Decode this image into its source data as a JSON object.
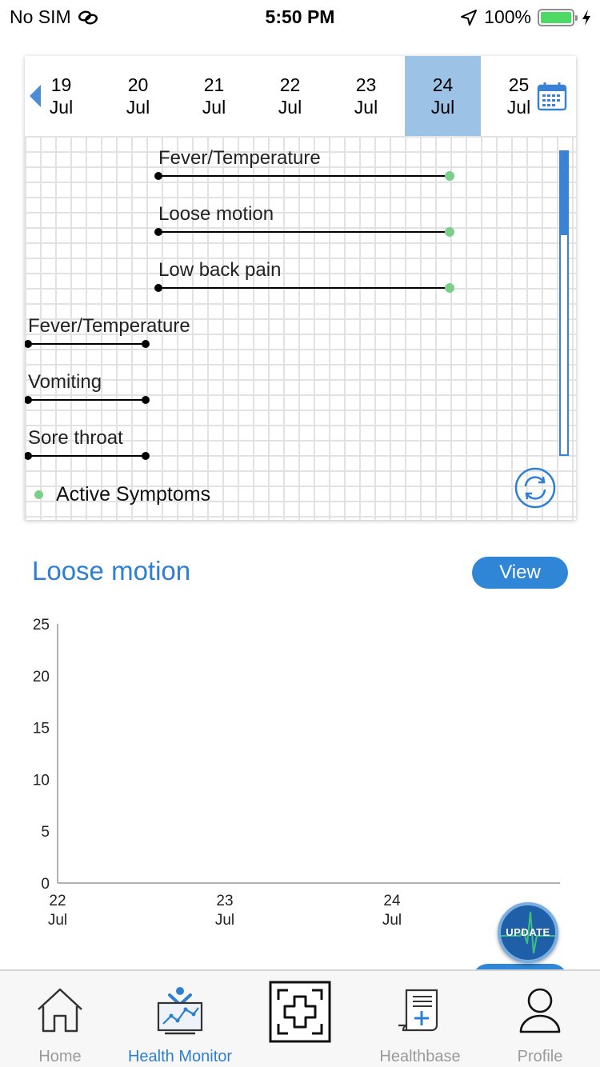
{
  "status_bar": {
    "carrier": "No SIM",
    "time": "5:50 PM",
    "battery": "100%",
    "battery_level": 1.0
  },
  "timeline": {
    "dates": [
      {
        "day": "19",
        "month": "Jul",
        "selected": false
      },
      {
        "day": "20",
        "month": "Jul",
        "selected": false
      },
      {
        "day": "21",
        "month": "Jul",
        "selected": false
      },
      {
        "day": "22",
        "month": "Jul",
        "selected": false
      },
      {
        "day": "23",
        "month": "Jul",
        "selected": false
      },
      {
        "day": "24",
        "month": "Jul",
        "selected": true
      },
      {
        "day": "25",
        "month": "Jul",
        "selected": false
      }
    ],
    "symptoms": [
      {
        "label": "Fever/Temperature",
        "active": true
      },
      {
        "label": "Loose motion",
        "active": true
      },
      {
        "label": "Low back pain",
        "active": true
      },
      {
        "label": "Fever/Temperature",
        "active": false
      },
      {
        "label": "Vomiting",
        "active": false
      },
      {
        "label": "Sore throat",
        "active": false
      }
    ],
    "legend": "Active Symptoms",
    "colors": {
      "selected_date": "#9cc2e5",
      "active_dot": "#7bcf88",
      "accent": "#2e7fcf"
    }
  },
  "detail": {
    "title": "Loose motion",
    "view_label": "View"
  },
  "chart_data": {
    "type": "line",
    "categories": [
      "22\nJul",
      "23\nJul",
      "24\nJul"
    ],
    "x_ticks": [
      {
        "day": "22",
        "month": "Jul"
      },
      {
        "day": "23",
        "month": "Jul"
      },
      {
        "day": "24",
        "month": "Jul"
      }
    ],
    "y_ticks": [
      "0",
      "5",
      "10",
      "15",
      "20",
      "25"
    ],
    "ylim": [
      0,
      25
    ],
    "series": [],
    "title": "",
    "xlabel": "",
    "ylabel": "",
    "grid": false
  },
  "update_label": "UPDATE",
  "nav": [
    {
      "label": "Home",
      "icon": "home-icon",
      "active": false
    },
    {
      "label": "Health Monitor",
      "icon": "health-monitor-icon",
      "active": true
    },
    {
      "label": "",
      "icon": "medical-scan-icon",
      "active": false
    },
    {
      "label": "Healthbase",
      "icon": "healthbase-icon",
      "active": false
    },
    {
      "label": "Profile",
      "icon": "profile-icon",
      "active": false
    }
  ]
}
